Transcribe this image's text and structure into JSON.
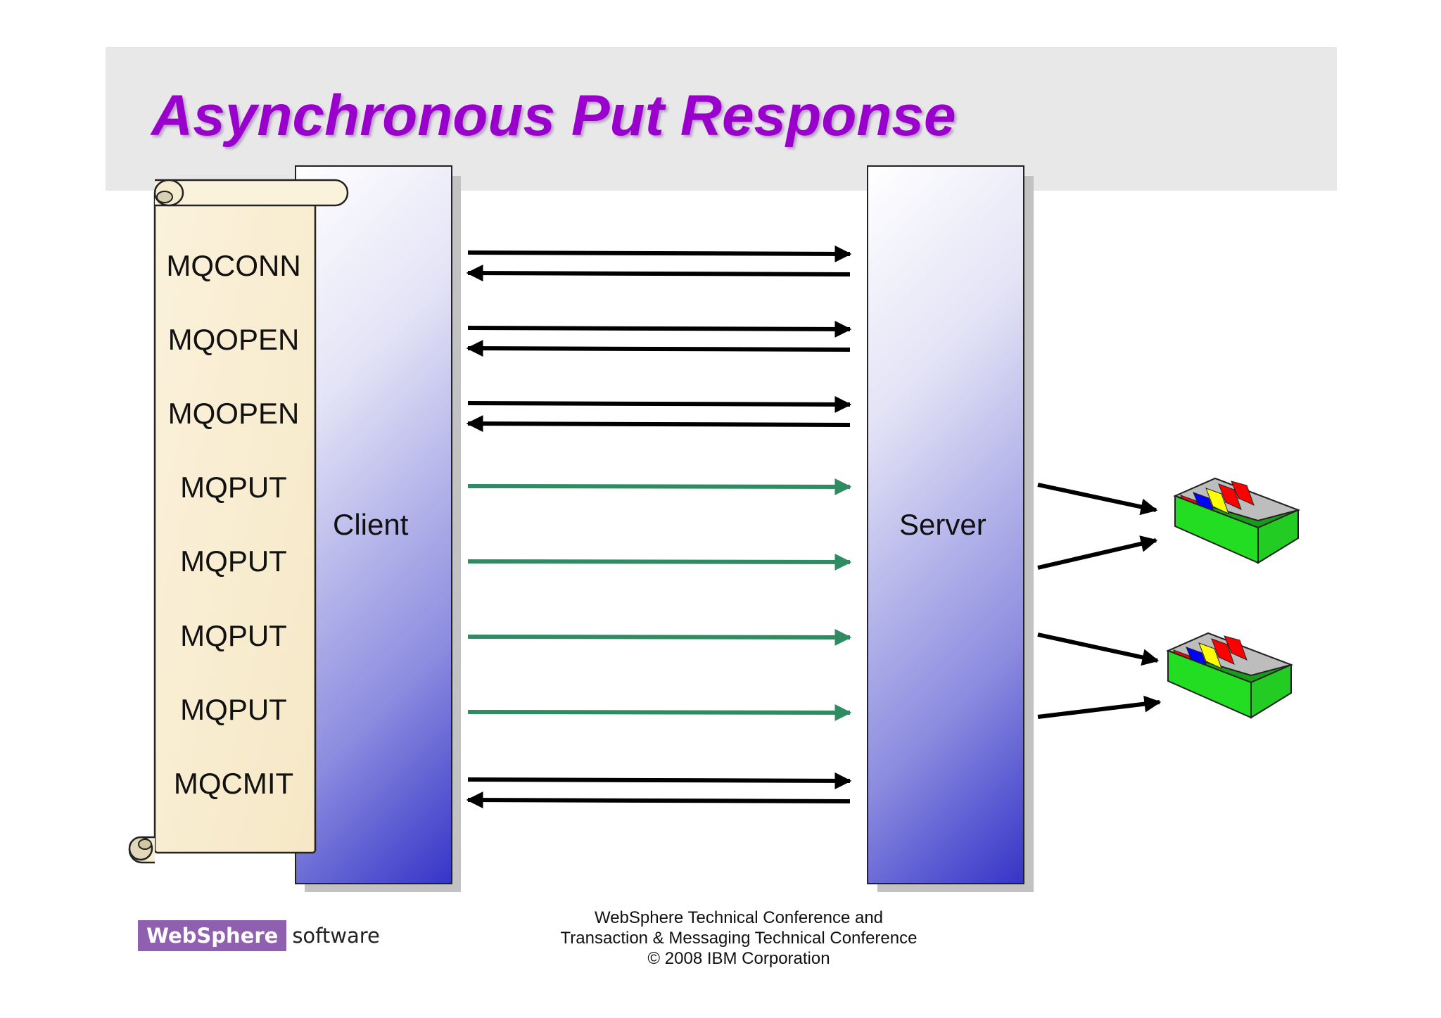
{
  "title": "Asynchronous Put Response",
  "client_label": "Client",
  "server_label": "Server",
  "calls": [
    "MQCONN",
    "MQOPEN",
    "MQOPEN",
    "MQPUT",
    "MQPUT",
    "MQPUT",
    "MQPUT",
    "MQCMIT"
  ],
  "exchanges": [
    {
      "call": "MQCONN",
      "type": "request-reply"
    },
    {
      "call": "MQOPEN",
      "type": "request-reply"
    },
    {
      "call": "MQOPEN",
      "type": "request-reply"
    },
    {
      "call": "MQPUT",
      "type": "async-put"
    },
    {
      "call": "MQPUT",
      "type": "async-put"
    },
    {
      "call": "MQPUT",
      "type": "async-put"
    },
    {
      "call": "MQPUT",
      "type": "async-put"
    },
    {
      "call": "MQCMIT",
      "type": "request-reply"
    }
  ],
  "colors": {
    "title": "#9900cc",
    "sync_arrow": "#000000",
    "async_arrow": "#2e8b62",
    "queue_box": "#22cc22",
    "msg_colors": [
      "#ff0000",
      "#0000ff",
      "#ffff00",
      "#ff0000",
      "#ff0000"
    ]
  },
  "queues": [
    {
      "name": "queue-1-icon"
    },
    {
      "name": "queue-2-icon"
    }
  ],
  "logo": {
    "brand": "WebSphere",
    "suffix": "software"
  },
  "footer": {
    "line1": "WebSphere Technical Conference and",
    "line2": "Transaction & Messaging Technical Conference",
    "line3": "© 2008 IBM Corporation"
  }
}
